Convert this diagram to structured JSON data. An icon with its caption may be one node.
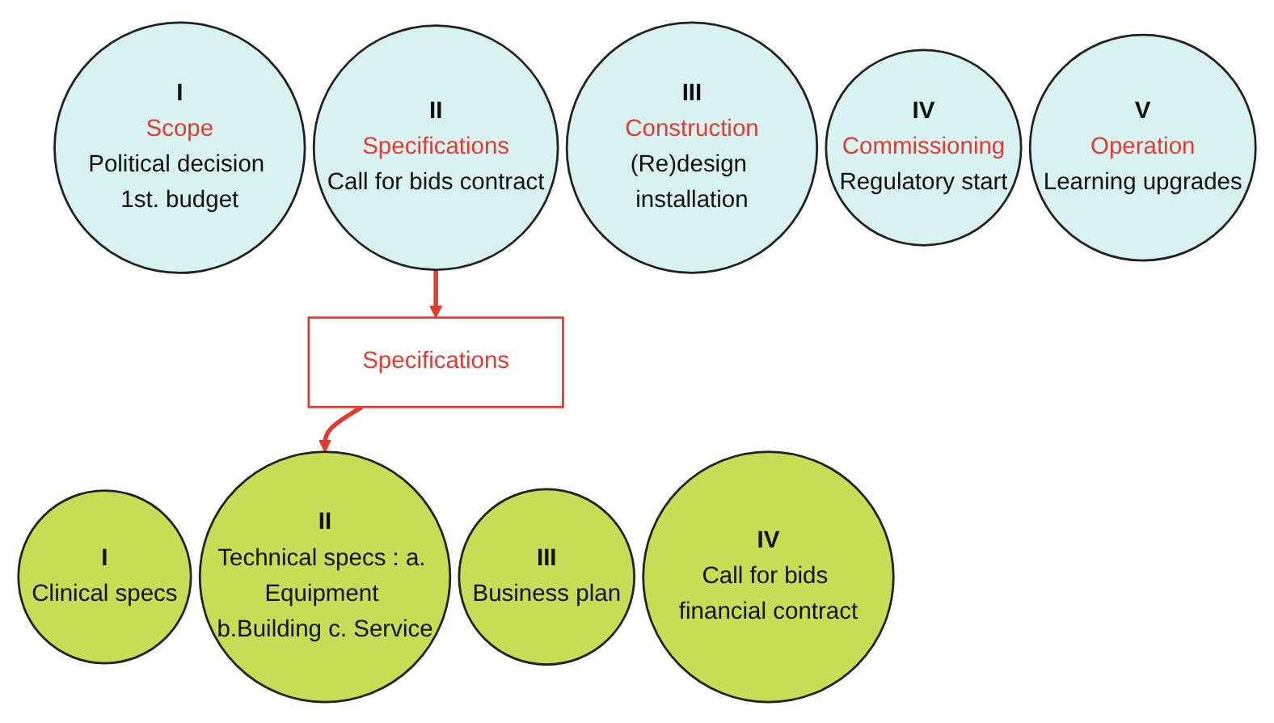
{
  "diagram": {
    "nodes": [
      {
        "text": [
          "I",
          "Scope",
          "Political decision 1st. budget"
        ]
      },
      {
        "text": [
          "II",
          "Specifications",
          "Call for bids contract"
        ]
      },
      {
        "text": [
          "III",
          "Construction",
          "(Re)design installation"
        ]
      },
      {
        "text": [
          "IV",
          "Commissioning",
          "Regulatory start"
        ]
      },
      {
        "text": [
          "V",
          "Operation",
          "Learning upgrades"
        ]
      },
      {
        "text": [
          "Specifications"
        ]
      },
      {
        "text": [
          "I",
          "Clinical specs"
        ]
      },
      {
        "text": [
          "II",
          "Technical specs : a. Equipment b.Building c. Service"
        ]
      },
      {
        "text": [
          "III",
          "Business plan"
        ]
      },
      {
        "text": [
          "IV",
          "Call for bids financial contract"
        ]
      }
    ],
    "edges": [
      {
        "from": 1,
        "to": 5,
        "arrow": "to",
        "color": "#e03c31"
      },
      {
        "from": 5,
        "to": 7,
        "arrow": "to",
        "color": "#e03c31"
      }
    ]
  }
}
